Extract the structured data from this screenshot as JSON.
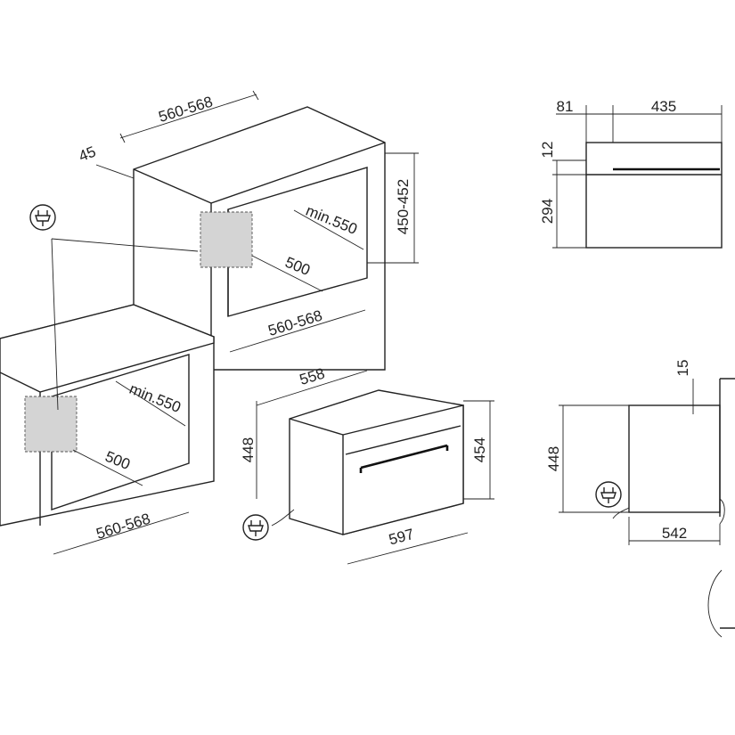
{
  "colors": {
    "line": "#222222",
    "fill": "#ffffff",
    "socket_area": "#d4d4d4"
  },
  "icons": [
    "power-plug-icon"
  ],
  "tall_unit": {
    "depth": "560-568",
    "offset": "45",
    "niche_height": "450-452",
    "niche_depth": "min.550",
    "niche_inner_width": "500",
    "niche_width": "560-568"
  },
  "base_unit": {
    "niche_depth": "min.550",
    "niche_inner_width": "500",
    "niche_width": "560-568"
  },
  "oven": {
    "depth": "558",
    "height": "448",
    "front_height": "454",
    "width": "597"
  },
  "top_view": {
    "panel_depth": "81",
    "body_depth": "435",
    "top_offset": "12",
    "height": "294"
  },
  "side_view": {
    "gap": "15",
    "height": "448",
    "depth": "542"
  }
}
